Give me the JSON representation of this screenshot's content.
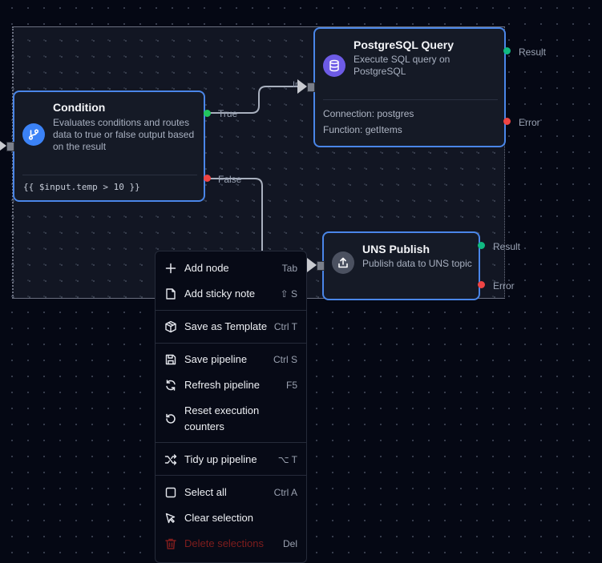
{
  "canvas": {
    "edges": [
      {
        "from": "condition.true",
        "to": "postgres.in",
        "label": "In"
      },
      {
        "from": "condition.false",
        "to": "uns.in"
      }
    ]
  },
  "nodes": {
    "condition": {
      "title": "Condition",
      "description": "Evaluates conditions and routes data to true or false output based on the result",
      "expression": "{{ $input.temp > 10 }}",
      "icon": "git-branch-icon",
      "icon_color": "#3b82f6",
      "outputs": [
        "True",
        "False"
      ]
    },
    "postgres": {
      "title": "PostgreSQL Query",
      "description": "Execute SQL query on PostgreSQL",
      "connection": "Connection: postgres",
      "function": "Function: getItems",
      "icon": "database-icon",
      "icon_color": "#6d5be6",
      "outputs": [
        "Result",
        "Error"
      ]
    },
    "uns": {
      "title": "UNS Publish",
      "description": "Publish data to UNS topic",
      "icon": "upload-icon",
      "icon_color": "#4b5160",
      "outputs": [
        "Result",
        "Error"
      ]
    }
  },
  "context_menu": {
    "items": [
      {
        "label": "Add node",
        "shortcut": "Tab",
        "icon": "plus-icon"
      },
      {
        "label": "Add sticky note",
        "shortcut": "⇧ S",
        "icon": "sticky-note-icon"
      },
      {
        "label": "Save as Template",
        "shortcut": "Ctrl T",
        "icon": "package-icon"
      },
      {
        "label": "Save pipeline",
        "shortcut": "Ctrl S",
        "icon": "save-icon"
      },
      {
        "label": "Refresh pipeline",
        "shortcut": "F5",
        "icon": "refresh-icon"
      },
      {
        "label": "Reset execution counters",
        "label_line1": "Reset execution",
        "label_line2": "counters",
        "shortcut": "",
        "icon": "reset-icon"
      },
      {
        "label": "Tidy up pipeline",
        "shortcut": "⌥ T",
        "icon": "shuffle-icon"
      },
      {
        "label": "Select all",
        "shortcut": "Ctrl A",
        "icon": "checkbox-icon"
      },
      {
        "label": "Clear selection",
        "shortcut": "",
        "icon": "cursor-icon"
      },
      {
        "label": "Delete selections",
        "shortcut": "Del",
        "icon": "trash-icon",
        "danger": true
      }
    ]
  },
  "colors": {
    "accent": "#4a86e8",
    "success": "#22c55e",
    "error": "#ef4444",
    "danger_text": "#7f1d1d"
  }
}
